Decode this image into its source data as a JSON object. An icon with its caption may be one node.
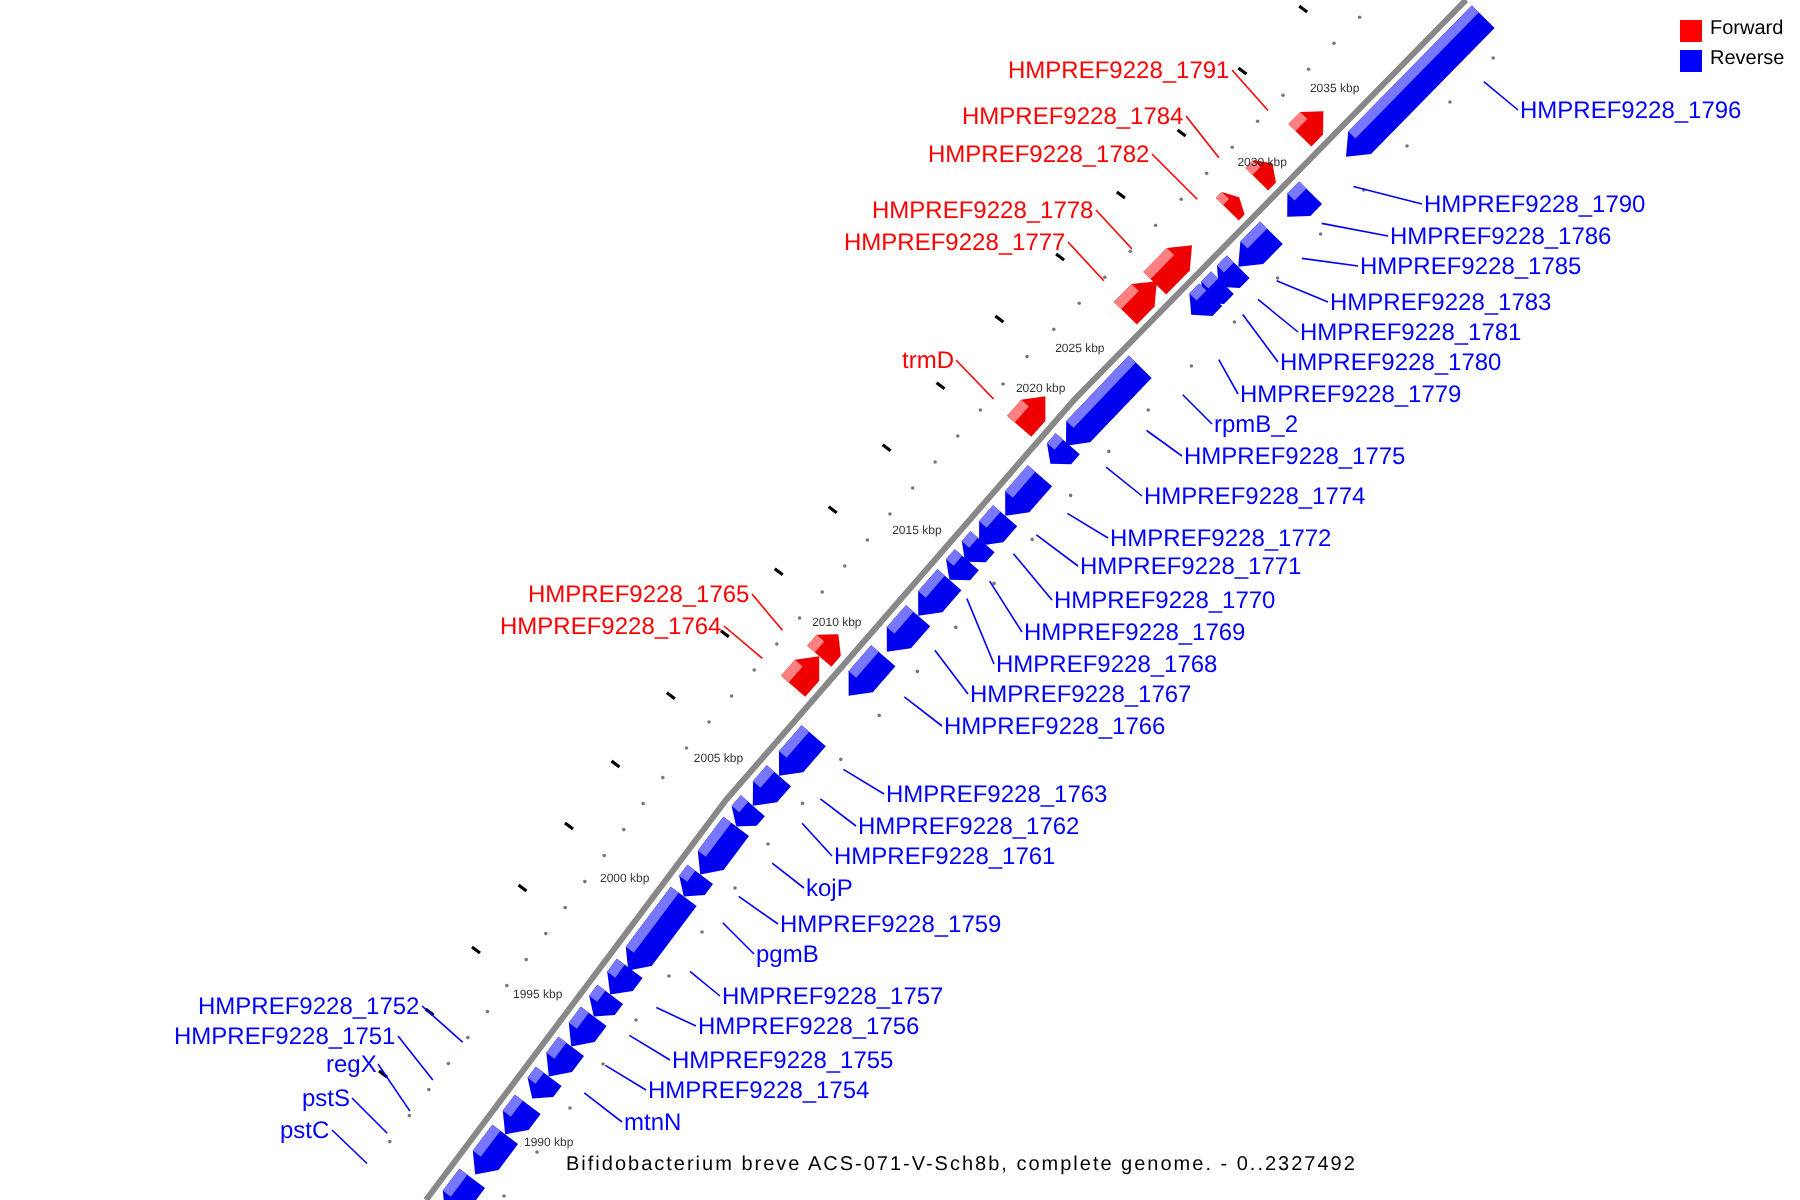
{
  "diagram": {
    "caption": "Bifidobacterium breve ACS-071-V-Sch8b, complete genome. - 0..2327492",
    "nodes": [
      {
        "text": [
          "HMPREF9228_1791"
        ]
      },
      {
        "text": [
          "HMPREF9228_1796"
        ]
      },
      {
        "text": [
          "HMPREF9228_1784"
        ]
      },
      {
        "text": [
          "HMPREF9228_1782"
        ]
      },
      {
        "text": [
          "HMPREF9228_1790"
        ]
      },
      {
        "text": [
          "HMPREF9228_1778"
        ]
      },
      {
        "text": [
          "HMPREF9228_1786"
        ]
      },
      {
        "text": [
          "HMPREF9228_1777"
        ]
      },
      {
        "text": [
          "HMPREF9228_1785"
        ]
      },
      {
        "text": [
          "HMPREF9228_1783"
        ]
      },
      {
        "text": [
          "HMPREF9228_1781"
        ]
      },
      {
        "text": [
          "trmD"
        ]
      },
      {
        "text": [
          "HMPREF9228_1780"
        ]
      },
      {
        "text": [
          "HMPREF9228_1779"
        ]
      },
      {
        "text": [
          "rpmB_2"
        ]
      },
      {
        "text": [
          "HMPREF9228_1775"
        ]
      },
      {
        "text": [
          "HMPREF9228_1774"
        ]
      },
      {
        "text": [
          "HMPREF9228_1772"
        ]
      },
      {
        "text": [
          "HMPREF9228_1771"
        ]
      },
      {
        "text": [
          "HMPREF9228_1765"
        ]
      },
      {
        "text": [
          "HMPREF9228_1770"
        ]
      },
      {
        "text": [
          "HMPREF9228_1764"
        ]
      },
      {
        "text": [
          "HMPREF9228_1769"
        ]
      },
      {
        "text": [
          "HMPREF9228_1768"
        ]
      },
      {
        "text": [
          "HMPREF9228_1767"
        ]
      },
      {
        "text": [
          "HMPREF9228_1766"
        ]
      },
      {
        "text": [
          "HMPREF9228_1763"
        ]
      },
      {
        "text": [
          "HMPREF9228_1762"
        ]
      },
      {
        "text": [
          "HMPREF9228_1761"
        ]
      },
      {
        "text": [
          "kojP"
        ]
      },
      {
        "text": [
          "HMPREF9228_1759"
        ]
      },
      {
        "text": [
          "pgmB"
        ]
      },
      {
        "text": [
          "HMPREF9228_1757"
        ]
      },
      {
        "text": [
          "HMPREF9228_1752"
        ]
      },
      {
        "text": [
          "HMPREF9228_1756"
        ]
      },
      {
        "text": [
          "HMPREF9228_1751"
        ]
      },
      {
        "text": [
          "HMPREF9228_1755"
        ]
      },
      {
        "text": [
          "regX"
        ]
      },
      {
        "text": [
          "HMPREF9228_1754"
        ]
      },
      {
        "text": [
          "pstS"
        ]
      },
      {
        "text": [
          "mtnN"
        ]
      },
      {
        "text": [
          "pstC"
        ]
      }
    ],
    "edges": [
      {
        "from": 0,
        "to": null,
        "arrow": "none",
        "color": "#ff0000"
      },
      {
        "from": 1,
        "to": null,
        "arrow": "none"
      },
      {
        "from": 2,
        "to": null,
        "arrow": "none",
        "color": "#ff0000"
      },
      {
        "from": 3,
        "to": null,
        "arrow": "none",
        "color": "#ff0000"
      },
      {
        "from": 4,
        "to": null,
        "arrow": "none"
      },
      {
        "from": 5,
        "to": null,
        "arrow": "none",
        "color": "#ff0000"
      },
      {
        "from": 6,
        "to": null,
        "arrow": "none"
      },
      {
        "from": 7,
        "to": null,
        "arrow": "none",
        "color": "#ff0000"
      },
      {
        "from": 8,
        "to": null,
        "arrow": "none"
      },
      {
        "from": 9,
        "to": null,
        "arrow": "none"
      },
      {
        "from": 10,
        "to": null,
        "arrow": "none"
      },
      {
        "from": 11,
        "to": null,
        "arrow": "none",
        "color": "#ff0000"
      },
      {
        "from": 12,
        "to": null,
        "arrow": "none"
      },
      {
        "from": 13,
        "to": null,
        "arrow": "none"
      },
      {
        "from": 14,
        "to": null,
        "arrow": "none"
      },
      {
        "from": 15,
        "to": null,
        "arrow": "none"
      },
      {
        "from": 16,
        "to": null,
        "arrow": "none"
      },
      {
        "from": 17,
        "to": null,
        "arrow": "none"
      },
      {
        "from": 18,
        "to": null,
        "arrow": "none"
      },
      {
        "from": 19,
        "to": null,
        "arrow": "none",
        "color": "#ff0000"
      },
      {
        "from": 20,
        "to": null,
        "arrow": "none"
      },
      {
        "from": 21,
        "to": null,
        "arrow": "none",
        "color": "#ff0000"
      },
      {
        "from": 22,
        "to": null,
        "arrow": "none"
      },
      {
        "from": 23,
        "to": null,
        "arrow": "none"
      },
      {
        "from": 24,
        "to": null,
        "arrow": "none"
      },
      {
        "from": 25,
        "to": null,
        "arrow": "none"
      },
      {
        "from": 26,
        "to": null,
        "arrow": "none"
      },
      {
        "from": 27,
        "to": null,
        "arrow": "none"
      },
      {
        "from": 28,
        "to": null,
        "arrow": "none"
      },
      {
        "from": 29,
        "to": null,
        "arrow": "none"
      },
      {
        "from": 30,
        "to": null,
        "arrow": "none"
      },
      {
        "from": 31,
        "to": null,
        "arrow": "none"
      },
      {
        "from": 32,
        "to": null,
        "arrow": "none"
      },
      {
        "from": 33,
        "to": null,
        "arrow": "none"
      },
      {
        "from": 34,
        "to": null,
        "arrow": "none"
      },
      {
        "from": 35,
        "to": null,
        "arrow": "none"
      },
      {
        "from": 36,
        "to": null,
        "arrow": "none"
      },
      {
        "from": 37,
        "to": null,
        "arrow": "none"
      },
      {
        "from": 38,
        "to": null,
        "arrow": "none"
      },
      {
        "from": 39,
        "to": null,
        "arrow": "none"
      },
      {
        "from": 40,
        "to": null,
        "arrow": "none"
      },
      {
        "from": 41,
        "to": null,
        "arrow": "none"
      }
    ],
    "labels": [
      "2035 kbp",
      "2030 kbp",
      "2025 kbp",
      "2020 kbp",
      "2015 kbp",
      "2010 kbp",
      "2005 kbp",
      "2000 kbp",
      "1995 kbp",
      "1990 kbp"
    ],
    "legend": [
      {
        "text": "Forward",
        "color": "#ff0000"
      },
      {
        "text": "Reverse",
        "color": "#0000ff"
      }
    ]
  }
}
